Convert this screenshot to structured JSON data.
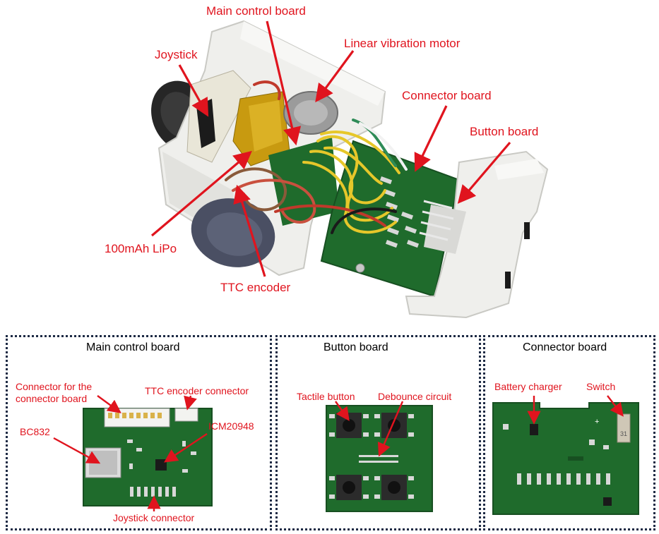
{
  "colors": {
    "label": "#e0141e",
    "arrow": "#e0141e",
    "pcb": "#1f6b2c",
    "pcb_dark": "#174f21",
    "pad": "#d8d8d8",
    "shell": "#efefec",
    "panel_border": "#1d2a44"
  },
  "photo_labels": {
    "main_control_board": "Main control board",
    "linear_vibration_motor": "Linear vibration motor",
    "joystick": "Joystick",
    "connector_board": "Connector board",
    "button_board": "Button board",
    "lipo": "100mAh LiPo",
    "ttc_encoder": "TTC encoder"
  },
  "panels": {
    "main": {
      "title": "Main control board",
      "labels": {
        "connector_for_connector_board": "Connector for the connector board",
        "ttc_encoder_connector": "TTC encoder connector",
        "bc832": "BC832",
        "icm20948": "ICM20948",
        "joystick_connector": "Joystick connector"
      }
    },
    "button": {
      "title": "Button board",
      "labels": {
        "tactile_button": "Tactile button",
        "debounce_circuit": "Debounce circuit"
      }
    },
    "connector": {
      "title": "Connector board",
      "labels": {
        "battery_charger": "Battery charger",
        "switch": "Switch"
      },
      "switch_marking": "31",
      "plus_marking": "+"
    }
  }
}
